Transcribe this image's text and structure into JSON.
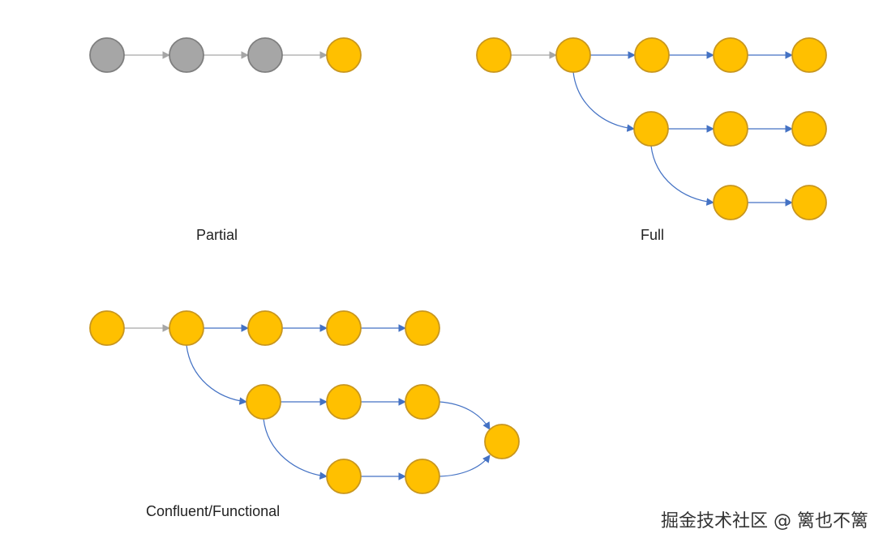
{
  "labels": {
    "partial": "Partial",
    "full": "Full",
    "confluent": "Confluent/Functional"
  },
  "watermark": {
    "text": "掘金技术社区 @ 篱也不篱"
  },
  "colors": {
    "node_active_fill": "#FFC000",
    "node_active_stroke": "#C8961E",
    "node_inactive_fill": "#A6A6A6",
    "node_inactive_stroke": "#7F7F7F",
    "edge_blue": "#4472C4",
    "edge_gray": "#A6A6A6"
  }
}
